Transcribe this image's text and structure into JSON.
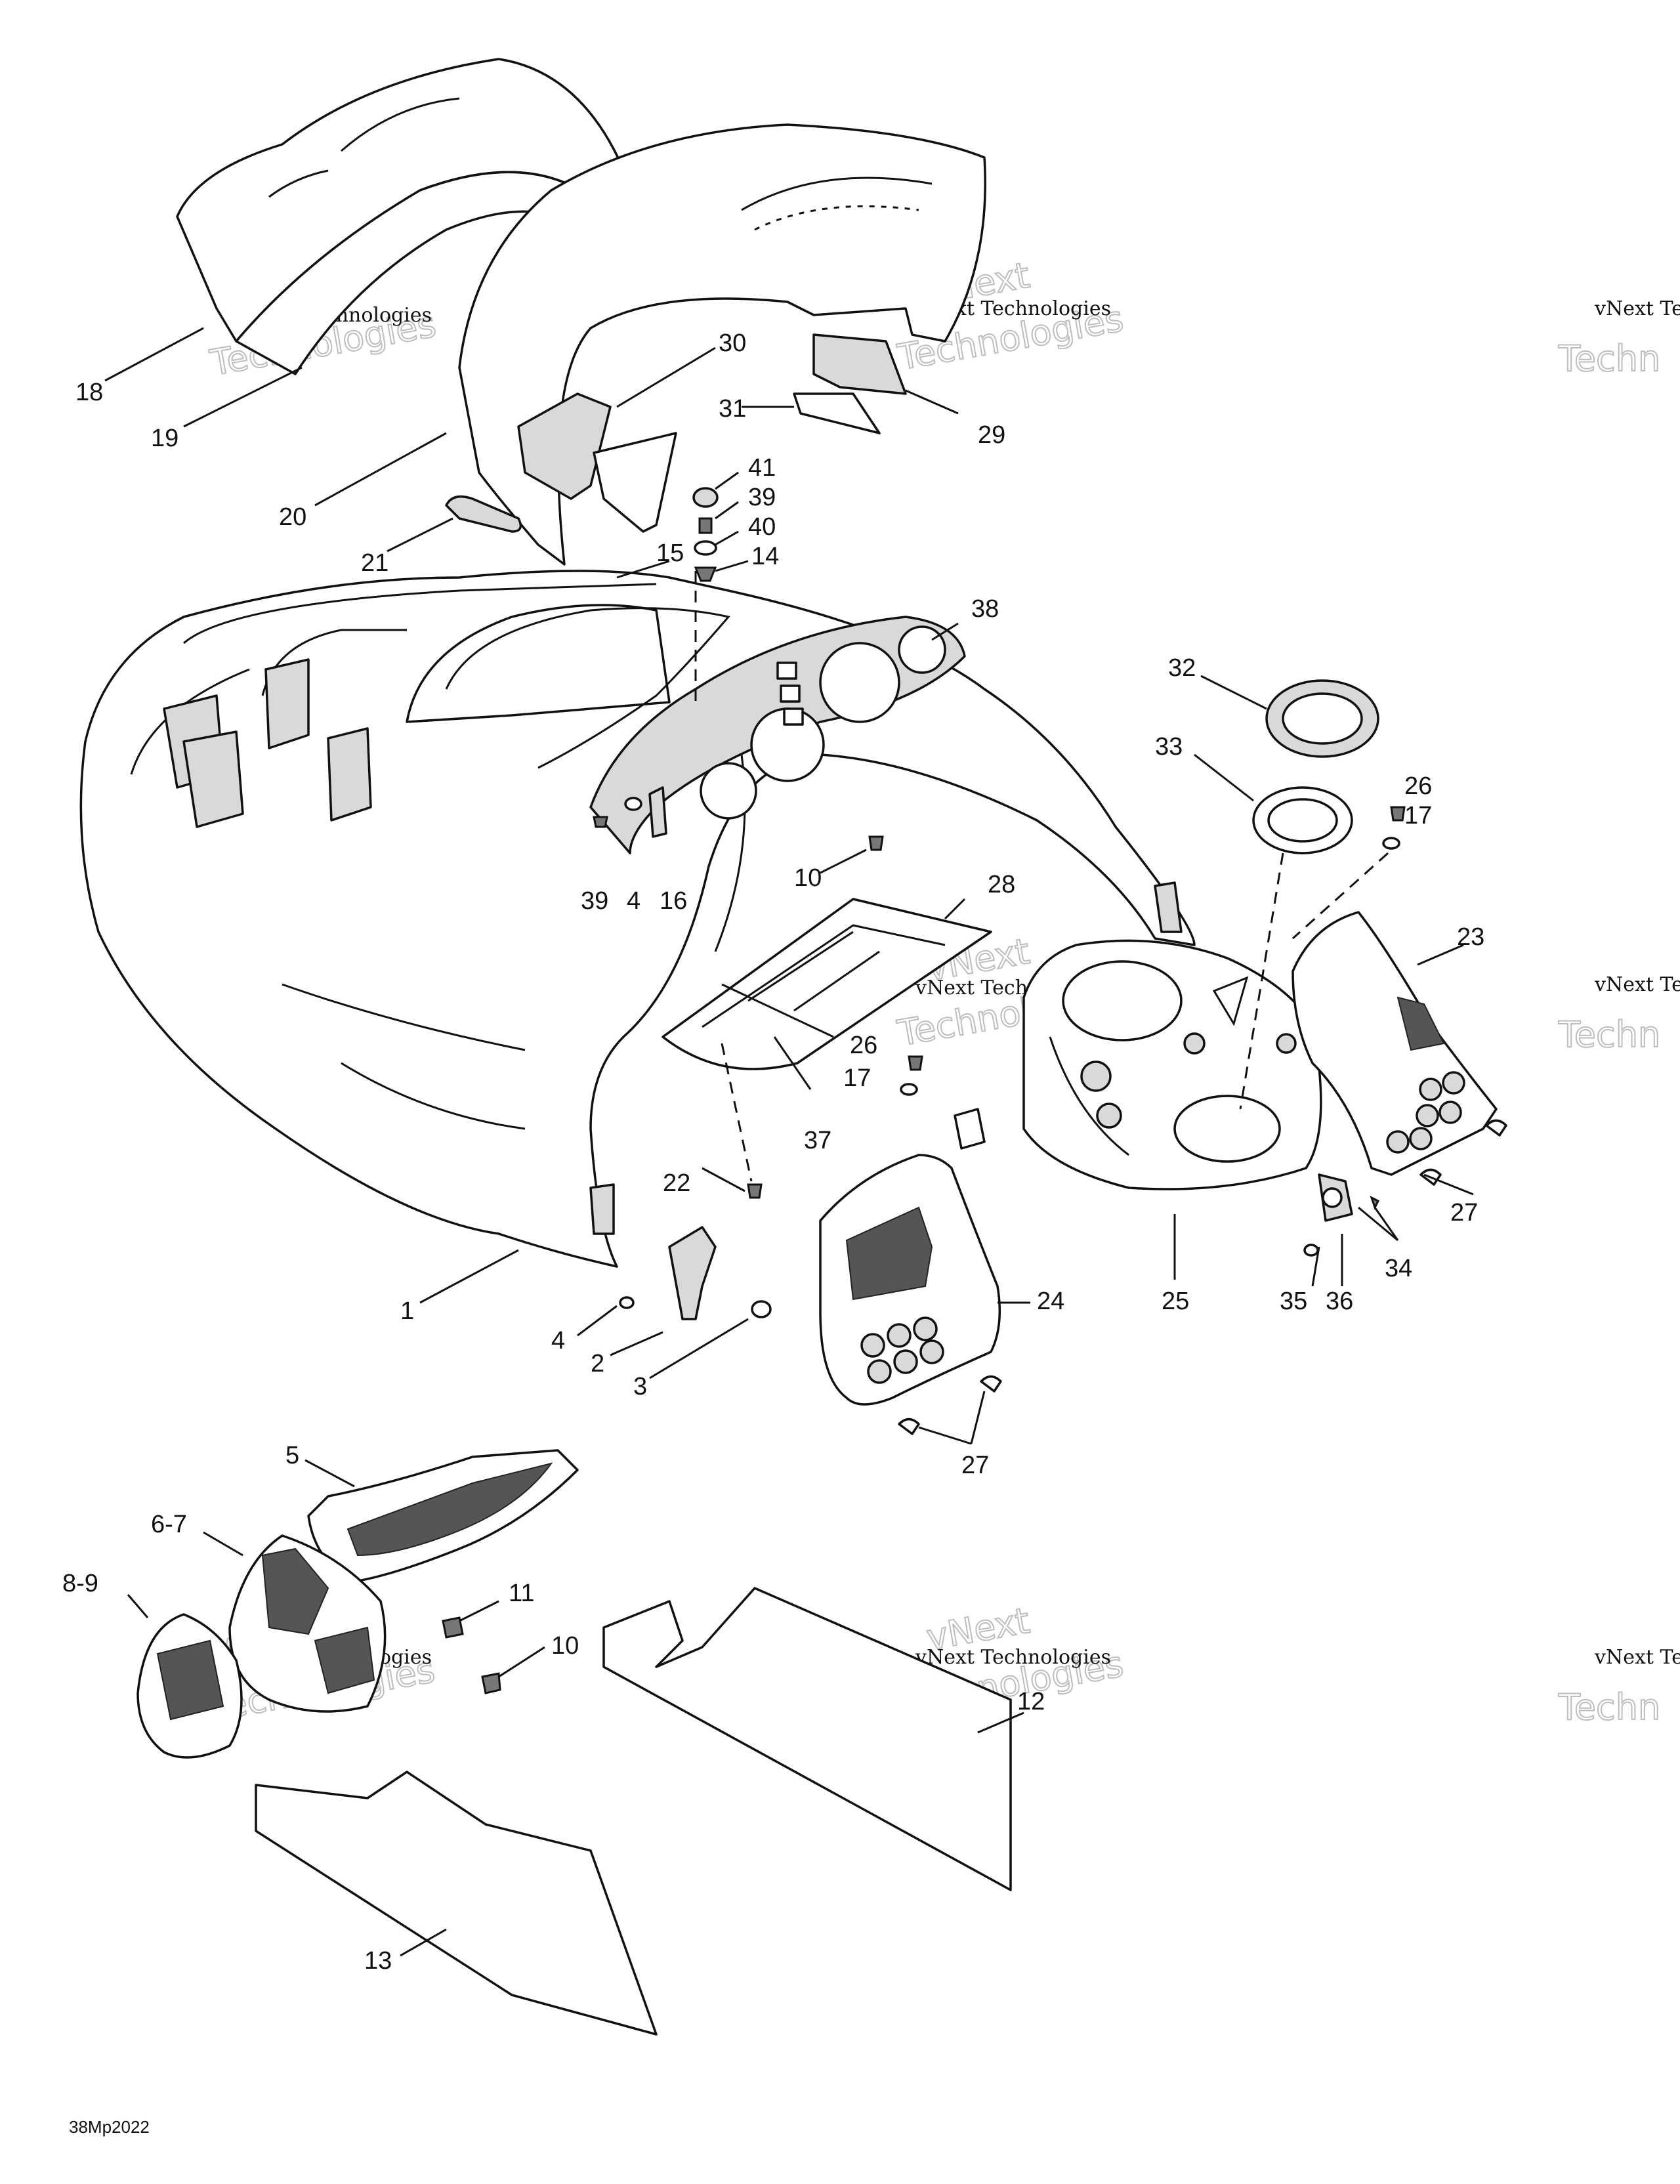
{
  "diagram": {
    "reference_code": "38Mp2022",
    "watermark": {
      "line1": "vNext Technologies",
      "word_a": "vNext",
      "word_b": "Technologies",
      "partial_a": "vNext Te",
      "partial_b": "Techn"
    },
    "callouts": [
      {
        "id": "c18",
        "label": "18"
      },
      {
        "id": "c19",
        "label": "19"
      },
      {
        "id": "c20",
        "label": "20"
      },
      {
        "id": "c21",
        "label": "21"
      },
      {
        "id": "c30",
        "label": "30"
      },
      {
        "id": "c31",
        "label": "31"
      },
      {
        "id": "c29",
        "label": "29"
      },
      {
        "id": "c41",
        "label": "41"
      },
      {
        "id": "c39a",
        "label": "39"
      },
      {
        "id": "c40",
        "label": "40"
      },
      {
        "id": "c15",
        "label": "15"
      },
      {
        "id": "c14",
        "label": "14"
      },
      {
        "id": "c38",
        "label": "38"
      },
      {
        "id": "c32",
        "label": "32"
      },
      {
        "id": "c33",
        "label": "33"
      },
      {
        "id": "c26a",
        "label": "26"
      },
      {
        "id": "c17a",
        "label": "17"
      },
      {
        "id": "c39b",
        "label": "39"
      },
      {
        "id": "c4a",
        "label": "4"
      },
      {
        "id": "c16",
        "label": "16"
      },
      {
        "id": "c10a",
        "label": "10"
      },
      {
        "id": "c28",
        "label": "28"
      },
      {
        "id": "c23",
        "label": "23"
      },
      {
        "id": "c26b",
        "label": "26"
      },
      {
        "id": "c17b",
        "label": "17"
      },
      {
        "id": "c37",
        "label": "37"
      },
      {
        "id": "c22",
        "label": "22"
      },
      {
        "id": "c27a",
        "label": "27"
      },
      {
        "id": "c34",
        "label": "34"
      },
      {
        "id": "c1",
        "label": "1"
      },
      {
        "id": "c24",
        "label": "24"
      },
      {
        "id": "c25",
        "label": "25"
      },
      {
        "id": "c35",
        "label": "35"
      },
      {
        "id": "c36",
        "label": "36"
      },
      {
        "id": "c4b",
        "label": "4"
      },
      {
        "id": "c2",
        "label": "2"
      },
      {
        "id": "c3",
        "label": "3"
      },
      {
        "id": "c27b",
        "label": "27"
      },
      {
        "id": "c5",
        "label": "5"
      },
      {
        "id": "c67",
        "label": "6-7"
      },
      {
        "id": "c89",
        "label": "8-9"
      },
      {
        "id": "c11",
        "label": "11"
      },
      {
        "id": "c10b",
        "label": "10"
      },
      {
        "id": "c12",
        "label": "12"
      },
      {
        "id": "c13",
        "label": "13"
      }
    ]
  }
}
